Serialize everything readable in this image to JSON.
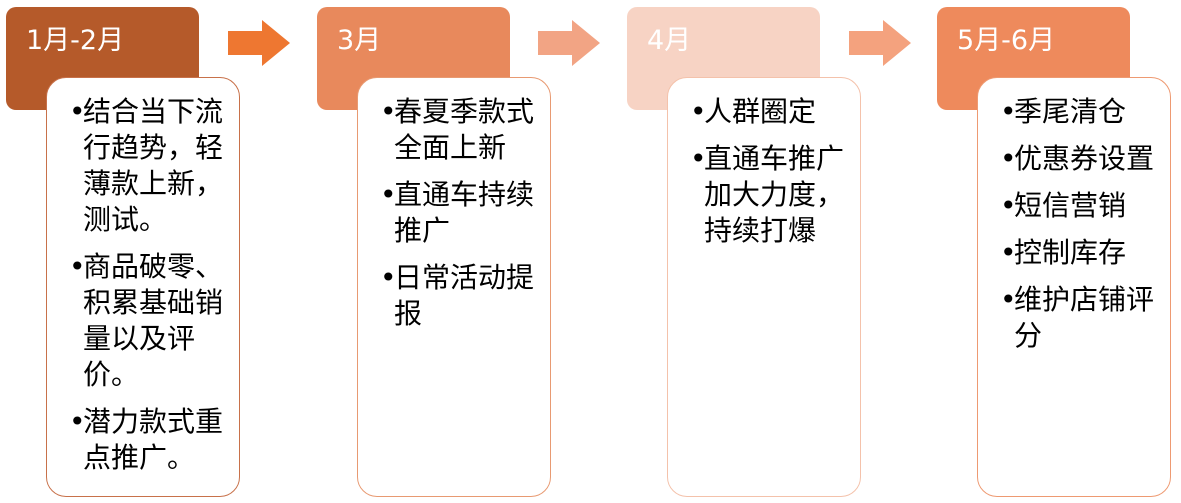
{
  "colors": {
    "stage1_head": "#B55A2A",
    "stage1_border": "#C8714A",
    "stage2_head": "#E8895C",
    "stage2_border": "#E89A72",
    "stage3_head": "#F7D3C4",
    "stage3_border": "#F4C2AB",
    "stage4_head": "#EE8A5C",
    "stage4_border": "#EE9A72",
    "arrow1": "#EE7731",
    "arrow2": "#F2A484",
    "arrow3": "#F4A27E"
  },
  "stages": [
    {
      "label": "1月-2月",
      "items": [
        "结合当下流行趋势，轻薄款上新，测试。",
        "商品破零、积累基础销量以及评价。",
        "潜力款式重点推广。"
      ]
    },
    {
      "label": "3月",
      "items": [
        "春夏季款式全面上新",
        "直通车持续推广",
        "日常活动提报"
      ]
    },
    {
      "label": "4月",
      "items": [
        "人群圈定",
        "直通车推广加大力度，持续打爆"
      ]
    },
    {
      "label": "5月-6月",
      "items": [
        "季尾清仓",
        "优惠券设置",
        "短信营销",
        "控制库存",
        "维护店铺评分"
      ]
    }
  ]
}
